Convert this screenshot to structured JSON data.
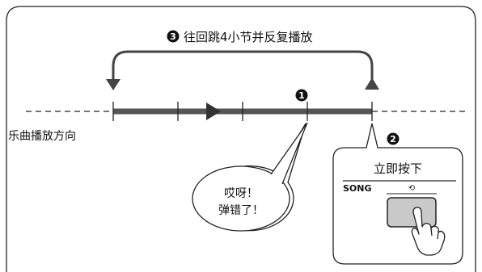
{
  "loop_label": "往回跳4小节并反复播放",
  "playback_direction_label": "乐曲播放方向",
  "badges": {
    "one": "1",
    "two": "2",
    "three": "3"
  },
  "speech_bubble": {
    "line1": "哎呀！",
    "line2": "弹错了！"
  },
  "panel": {
    "title": "立即按下",
    "song_label": "SONG",
    "repeat_symbol": "⟲"
  }
}
